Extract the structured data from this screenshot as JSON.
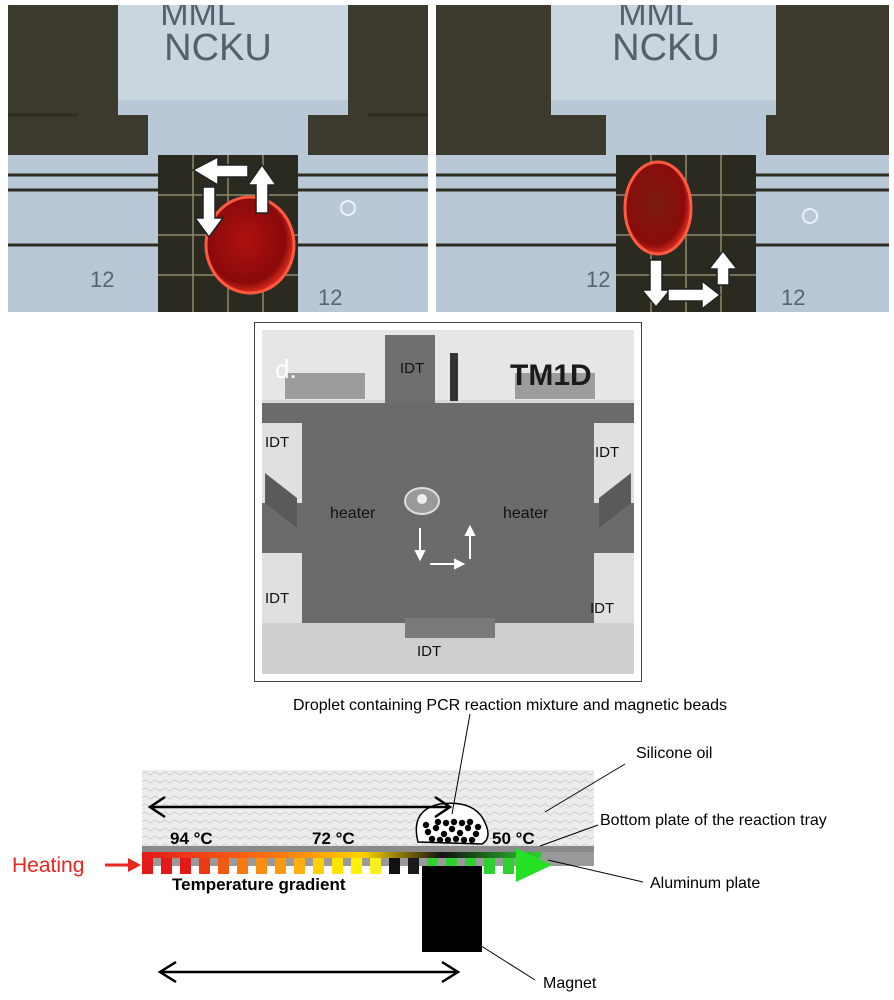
{
  "photo_a": {
    "chip_text_top": "MML",
    "chip_text": "NCKU",
    "pad_number_left": "12",
    "pad_number_right": "12"
  },
  "photo_b": {
    "chip_text_top": "MML",
    "chip_text": "NCKU",
    "pad_number_left": "12",
    "pad_number_right": "12"
  },
  "photo_d": {
    "panel_label": "d.",
    "chip_mark": "TM1D",
    "idt_top": "IDT",
    "idt_left_upper": "IDT",
    "idt_right_upper": "IDT",
    "idt_left_lower": "IDT",
    "idt_right_lower": "IDT",
    "idt_bottom": "IDT",
    "heater_left": "heater",
    "heater_right": "heater"
  },
  "schematic": {
    "droplet_label": "Droplet containing PCR reaction mixture and magnetic beads",
    "silicone_label": "Silicone oil",
    "bottom_plate_label": "Bottom plate of the reaction tray",
    "temp_94": "94 °C",
    "temp_72": "72 °C",
    "temp_50": "50 °C",
    "heating_label": "Heating",
    "gradient_label": "Temperature gradient",
    "aluminum_label": "Aluminum plate",
    "magnet_label": "Magnet",
    "colors": {
      "heating": "#e8251f",
      "oil": "#e9e9e9",
      "gradient_end": "#25e025"
    }
  }
}
